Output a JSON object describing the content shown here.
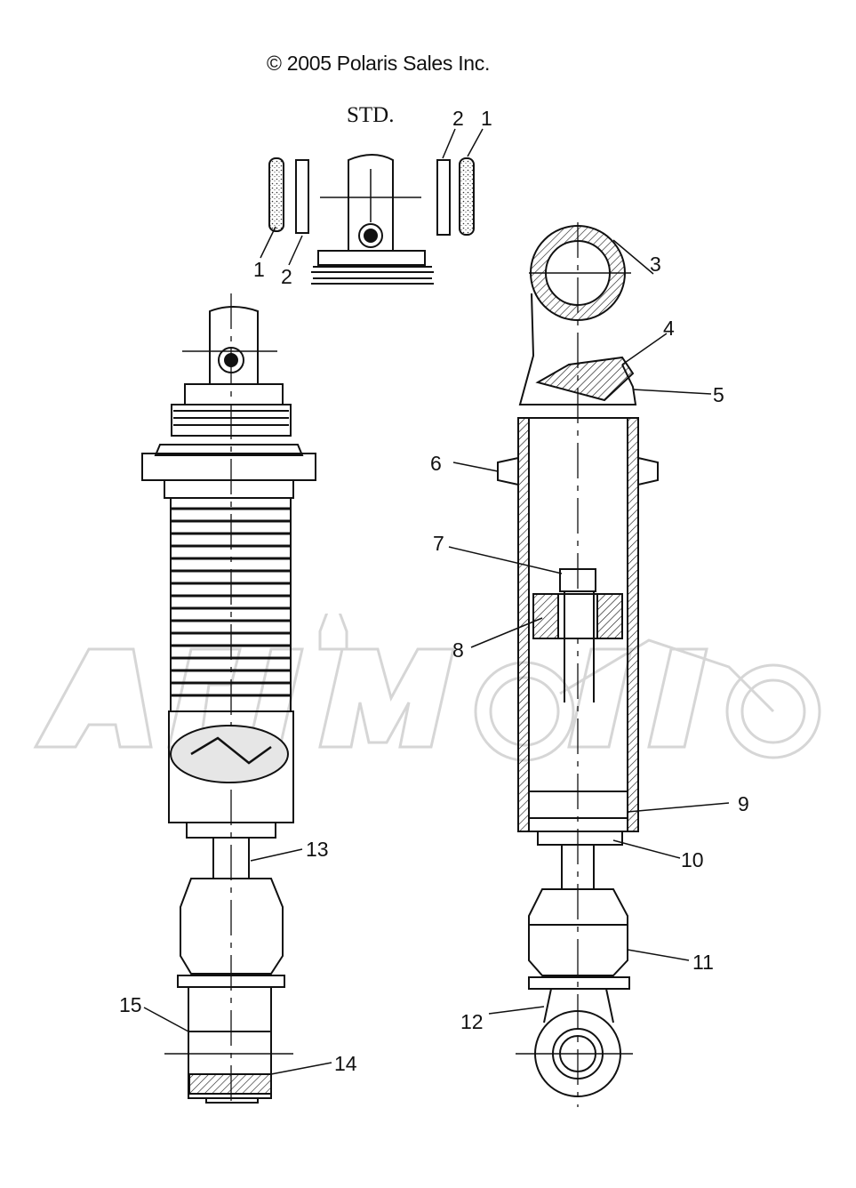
{
  "copyright": "© 2005 Polaris Sales Inc.",
  "variant_label": "STD.",
  "callouts": [
    "1",
    "2",
    "1",
    "2",
    "3",
    "4",
    "5",
    "6",
    "7",
    "8",
    "9",
    "10",
    "11",
    "12",
    "13",
    "14",
    "15"
  ],
  "colors": {
    "line": "#111111",
    "watermark": "#d9d9d9",
    "fill_gray": "#e6e6e6"
  }
}
